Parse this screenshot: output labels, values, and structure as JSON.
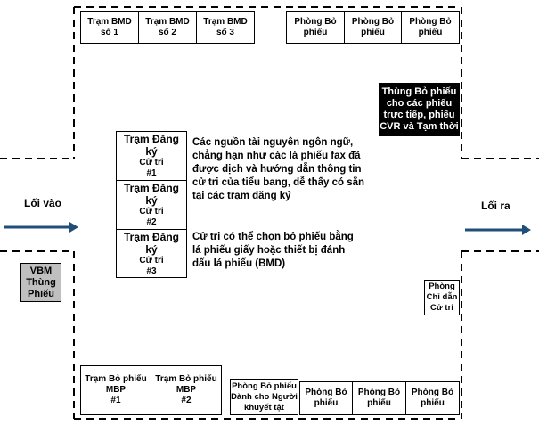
{
  "top_row_left": [
    {
      "line1": "Trạm BMD",
      "line2": "số 1"
    },
    {
      "line1": "Trạm BMD",
      "line2": "số 2"
    },
    {
      "line1": "Trạm BMD",
      "line2": "số 3"
    }
  ],
  "top_row_right": [
    {
      "line1": "Phòng Bỏ",
      "line2": "phiếu"
    },
    {
      "line1": "Phòng Bỏ",
      "line2": "phiếu"
    },
    {
      "line1": "Phòng Bỏ",
      "line2": "phiếu"
    }
  ],
  "ballot_box_black": [
    "Thùng Bỏ phiếu",
    "cho các phiếu",
    "trực tiếp, phiếu",
    "CVR và Tạm thời"
  ],
  "registration": [
    {
      "title": "Trạm Đăng ký",
      "sub": "Cử tri",
      "num": "#1"
    },
    {
      "title": "Trạm Đăng ký",
      "sub": "Cử tri",
      "num": "#2"
    },
    {
      "title": "Trạm Đăng ký",
      "sub": "Cử tri",
      "num": "#3"
    }
  ],
  "note1": [
    "Các nguồn tài nguyên ngôn ngữ,",
    "chẳng hạn như các lá phiếu fax đã",
    "được dịch và hướng dẫn thông tin",
    "cử tri của tiểu bang, dễ thấy có sẵn",
    "tại các trạm đăng ký"
  ],
  "note2": [
    "Cử tri có thể chọn bỏ phiếu bằng",
    "lá phiếu giấy hoặc thiết bị đánh",
    "dấu lá phiếu (BMD)"
  ],
  "entrance": "Lối vào",
  "exit": "Lối ra",
  "vbm_box": [
    "VBM",
    "Thùng",
    "Phiếu"
  ],
  "guide_room": [
    "Phòng",
    "Chỉ dẫn",
    "Cử tri"
  ],
  "bottom_mbp": [
    {
      "line1": "Trạm Bỏ phiếu",
      "line2": "MBP",
      "line3": "#1"
    },
    {
      "line1": "Trạm Bỏ phiếu",
      "line2": "MBP",
      "line3": "#2"
    }
  ],
  "bottom_accessible": [
    "Phòng Bỏ phiếu",
    "Dành cho Người",
    "khuyết tật"
  ],
  "bottom_rooms": [
    {
      "line1": "Phòng Bỏ",
      "line2": "phiếu"
    },
    {
      "line1": "Phòng Bỏ",
      "line2": "phiếu"
    },
    {
      "line1": "Phòng Bỏ",
      "line2": "phiếu"
    }
  ],
  "colors": {
    "wall": "#000000",
    "arrow": "#1f4e79",
    "vbm_fill": "#bfbfbf",
    "black_box": "#000000"
  }
}
